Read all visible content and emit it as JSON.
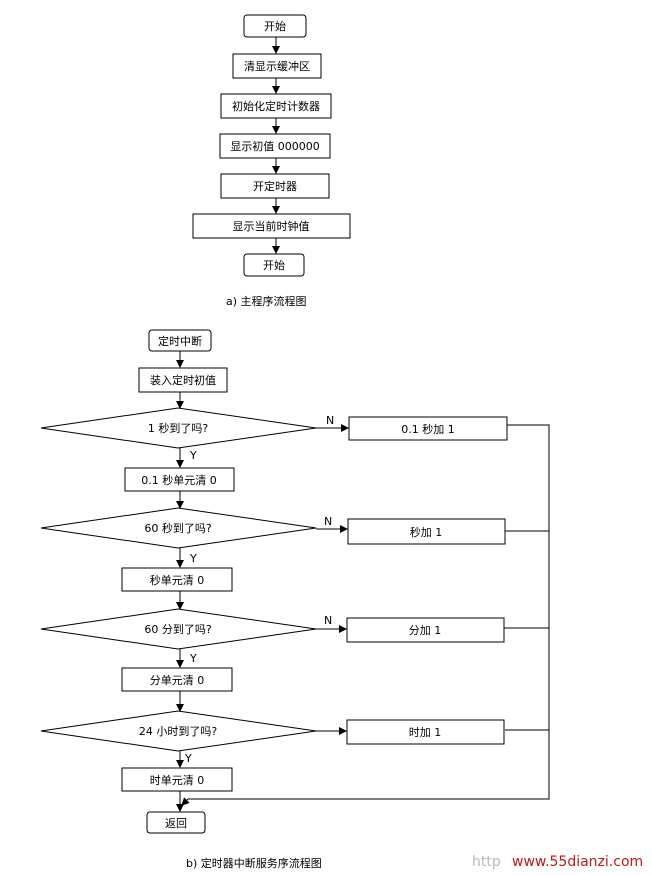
{
  "main_flow": {
    "start": "开始",
    "clear_buffer": "清显示缓冲区",
    "init_counter": "初始化定时计数器",
    "show_initial": "显示初值 000000",
    "start_timer": "开定时器",
    "show_current": "显示当前时钟值",
    "end": "开始",
    "caption": "a)   主程序流程图"
  },
  "interrupt_flow": {
    "entry": "定时中断",
    "load_initial": "装入定时初值",
    "decision_1s": "1 秒到了吗?",
    "clear_01s": "0.1 秒单元清 0",
    "add_01s": "0.1 秒加 1",
    "decision_60s": "60 秒到了吗?",
    "clear_sec": "秒单元清 0",
    "add_sec": "秒加 1",
    "decision_60m": "60 分到了吗?",
    "clear_min": "分单元清 0",
    "add_min": "分加 1",
    "decision_24h": "24 小时到了吗?",
    "clear_hour": "时单元清 0",
    "add_hour": "时加 1",
    "return": "返回",
    "yes_label": "Y",
    "no_label": "N",
    "caption": "b)   定时器中断服务序流程图"
  },
  "watermark": {
    "prefix": "http",
    "site": "www.55dianzi.com",
    "color": "#c01818"
  }
}
